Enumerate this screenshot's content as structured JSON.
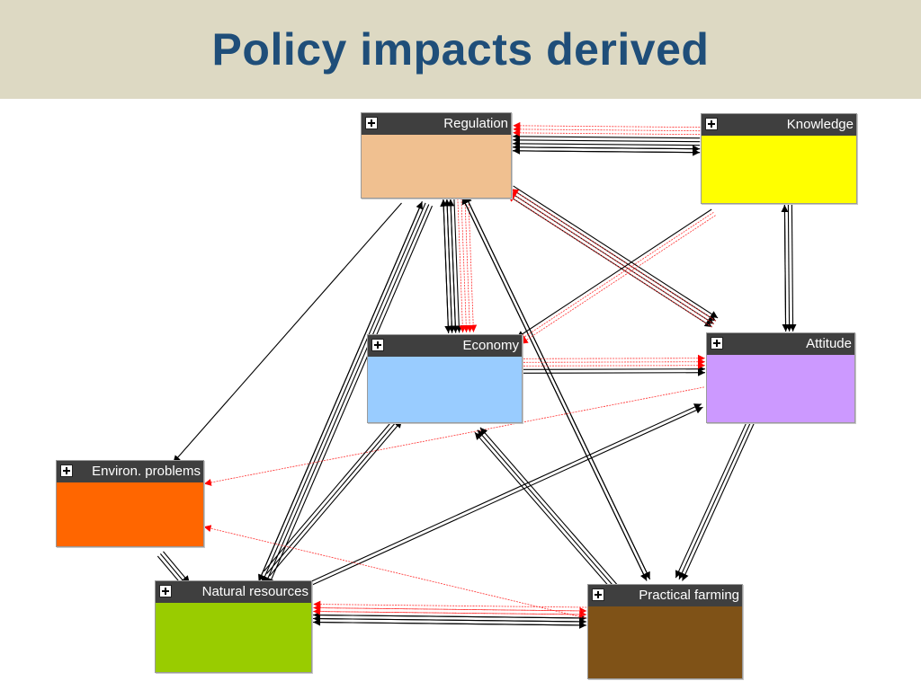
{
  "slide": {
    "title": "Policy impacts derived"
  },
  "nodes": [
    {
      "id": "regulation",
      "label": "Regulation",
      "color": "#f0c090"
    },
    {
      "id": "knowledge",
      "label": "Knowledge",
      "color": "#ffff00"
    },
    {
      "id": "economy",
      "label": "Economy",
      "color": "#99ccff"
    },
    {
      "id": "attitude",
      "label": "Attitude",
      "color": "#cc99ff"
    },
    {
      "id": "environ",
      "label": "Environ. problems",
      "color": "#ff6600"
    },
    {
      "id": "natural",
      "label": "Natural resources",
      "color": "#99cc00"
    },
    {
      "id": "farming",
      "label": "Practical farming",
      "color": "#7f5217"
    }
  ],
  "links": [
    {
      "from": "knowledge",
      "to": "regulation",
      "black": 5,
      "red": 3
    },
    {
      "from": "regulation",
      "to": "knowledge",
      "black": 2,
      "red": 0
    },
    {
      "from": "regulation",
      "to": "economy",
      "black": 4,
      "red": 4
    },
    {
      "from": "economy",
      "to": "regulation",
      "black": 3,
      "red": 0
    },
    {
      "from": "regulation",
      "to": "attitude",
      "black": 4,
      "red": 0
    },
    {
      "from": "attitude",
      "to": "regulation",
      "black": 0,
      "red": 3
    },
    {
      "from": "regulation",
      "to": "environ",
      "black": 1,
      "red": 0
    },
    {
      "from": "regulation",
      "to": "natural",
      "black": 4,
      "red": 0
    },
    {
      "from": "natural",
      "to": "regulation",
      "black": 1,
      "red": 0
    },
    {
      "from": "regulation",
      "to": "farming",
      "black": 2,
      "red": 0
    },
    {
      "from": "farming",
      "to": "regulation",
      "black": 2,
      "red": 0
    },
    {
      "from": "knowledge",
      "to": "attitude",
      "black": 3,
      "red": 0
    },
    {
      "from": "attitude",
      "to": "knowledge",
      "black": 1,
      "red": 0
    },
    {
      "from": "knowledge",
      "to": "economy",
      "black": 1,
      "red": 2
    },
    {
      "from": "economy",
      "to": "attitude",
      "black": 2,
      "red": 3
    },
    {
      "from": "attitude",
      "to": "environ",
      "black": 0,
      "red": 1
    },
    {
      "from": "attitude",
      "to": "farming",
      "black": 3,
      "red": 0
    },
    {
      "from": "natural",
      "to": "attitude",
      "black": 2,
      "red": 0
    },
    {
      "from": "natural",
      "to": "economy",
      "black": 3,
      "red": 0
    },
    {
      "from": "farming",
      "to": "economy",
      "black": 3,
      "red": 0
    },
    {
      "from": "environ",
      "to": "natural",
      "black": 3,
      "red": 0
    },
    {
      "from": "natural",
      "to": "farming",
      "black": 3,
      "red": 2
    },
    {
      "from": "farming",
      "to": "natural",
      "black": 3,
      "red": 3
    },
    {
      "from": "farming",
      "to": "environ",
      "black": 0,
      "red": 1
    }
  ]
}
